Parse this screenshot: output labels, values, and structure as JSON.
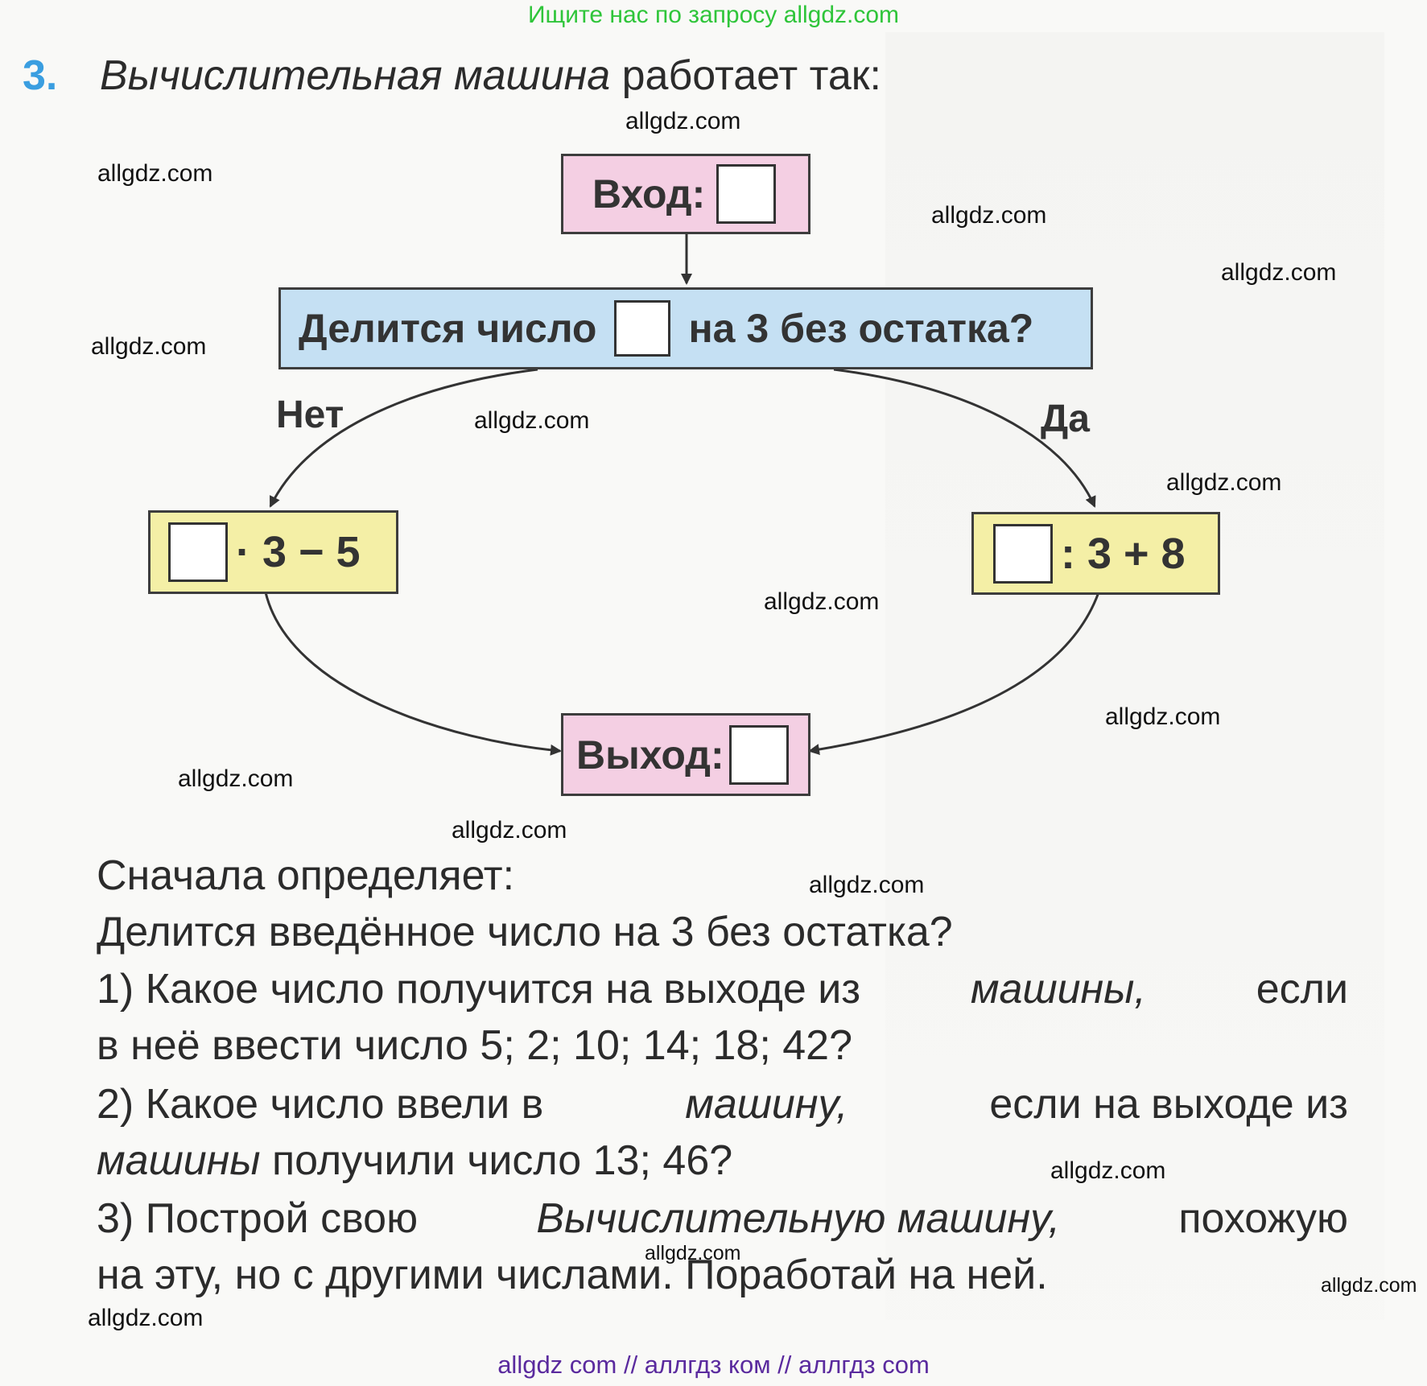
{
  "banner": "Ищите нас по запросу allgdz.com",
  "task": {
    "number": "3.",
    "title_italic": "Вычислительная машина",
    "title_rest": "работает так:"
  },
  "diagram": {
    "input_label": "Вход:",
    "question_left": "Делится число",
    "question_right": "на 3 без остатка?",
    "no_label": "Нет",
    "yes_label": "Да",
    "no_op": "· 3 − 5",
    "yes_op": ": 3 + 8",
    "output_label": "Выход:"
  },
  "text": {
    "line1": "Сначала определяет:",
    "line2": "Делится введённое число на 3 без остатка?",
    "q1_a": "1) Какое число получится на выходе из",
    "q1_it": "машины,",
    "q1_b": "если",
    "q1_line2": "в неё ввести число 5; 2; 10; 14; 18; 42?",
    "q2_a": "2) Какое число ввели в",
    "q2_it": "машину,",
    "q2_b": "если на выходе из",
    "q2_it2": "машины",
    "q2_line2": "получили число 13; 46?",
    "q3_a": "3) Построй свою",
    "q3_it": "Вычислительную машину,",
    "q3_b": "похожую",
    "q3_line2": "на эту, но с другими числами. Поработай на ней."
  },
  "watermark": "allgdz.com",
  "footer": "allgdz com  //  аллгдз ком  //  аллгдз com",
  "colors": {
    "banner": "#2fc53a",
    "task_number": "#3a9ee0",
    "pink_box": "#f4cfe3",
    "blue_box": "#c5e0f3",
    "yellow_box": "#f4efa6",
    "footer": "#5a2a9e"
  }
}
